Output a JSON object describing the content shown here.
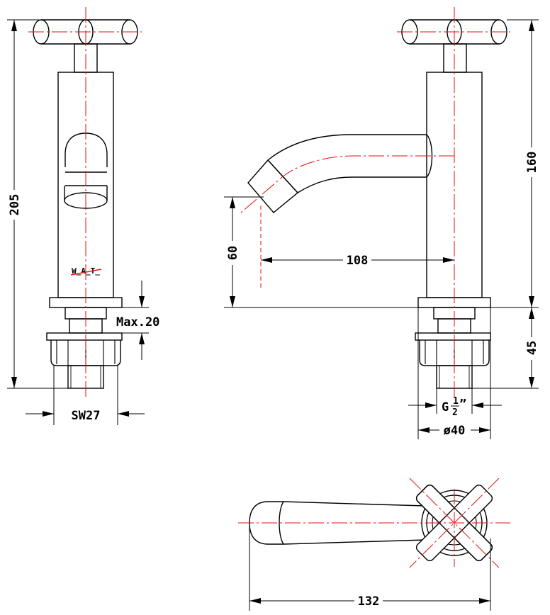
{
  "dimensions": {
    "overall_height": "205",
    "body_height": "160",
    "spout_height": "60",
    "spout_reach": "108",
    "max_thickness": "Max.20",
    "wrench_size": "SW27",
    "base_below": "45",
    "thread_prefix": "G",
    "thread_num": "1",
    "thread_den": "2",
    "thread_suffix": "”",
    "base_diameter": "ø40",
    "total_length": "132"
  },
  "marks": {
    "handle_indicator": "W̲A̲T̲"
  },
  "colors": {
    "line": "#000000",
    "centerline": "#e01010",
    "background": "#ffffff"
  }
}
